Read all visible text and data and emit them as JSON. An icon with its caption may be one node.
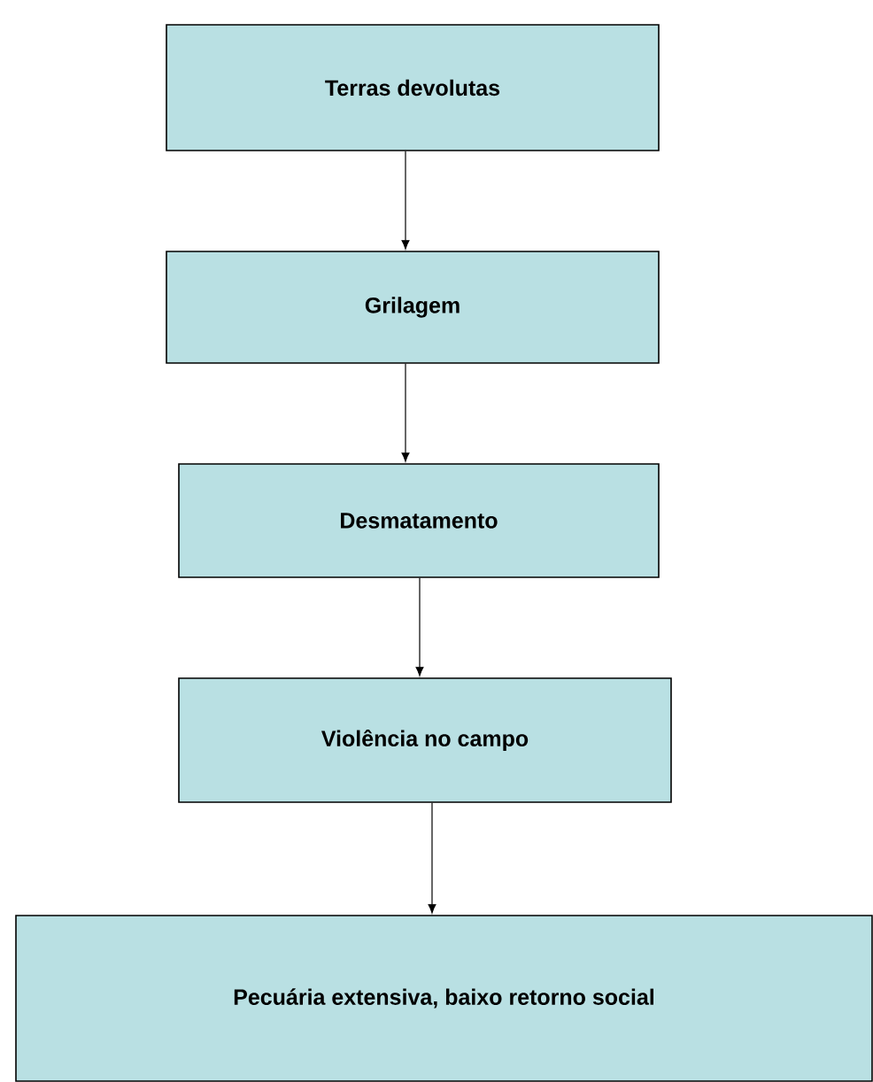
{
  "diagram": {
    "nodes": [
      {
        "text": [
          "Terras devolutas"
        ]
      },
      {
        "text": [
          "Grilagem"
        ]
      },
      {
        "text": [
          "Desmatamento"
        ]
      },
      {
        "text": [
          "Violência no campo"
        ]
      },
      {
        "text": [
          "Pecuária extensiva, baixo retorno social"
        ]
      }
    ],
    "edges": [
      {
        "from": 0,
        "to": 1,
        "arrow": "to"
      },
      {
        "from": 1,
        "to": 2,
        "arrow": "to"
      },
      {
        "from": 2,
        "to": 3,
        "arrow": "to"
      },
      {
        "from": 3,
        "to": 4,
        "arrow": "to"
      }
    ]
  }
}
